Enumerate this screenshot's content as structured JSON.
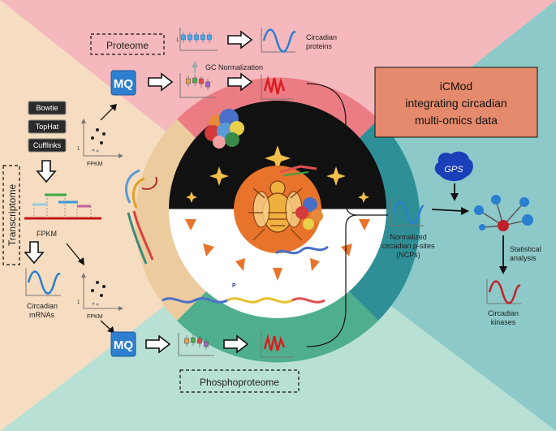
{
  "sections": {
    "proteome": "Proteome",
    "transcriptome": "Transcriptome",
    "phosphoproteome": "Phosphoproteome"
  },
  "tools": {
    "maxquant_icon": "MQ",
    "items": [
      "Bowtie",
      "TopHat",
      "Cufflinks"
    ]
  },
  "labels": {
    "circadian_proteins": [
      "Circadian",
      "proteins"
    ],
    "gc_normalization": "GC Normalization",
    "fpkm": "FPKM",
    "one": "1",
    "circadian_mrnas": [
      "Circadian",
      "mRNAs"
    ],
    "ncps": [
      "Normalized",
      "circadian p-sites",
      "(NCPs)"
    ],
    "statistical_analysis": [
      "Statistical",
      "analysis"
    ],
    "circadian_kinases": [
      "Circadian",
      "kinases"
    ],
    "gps": "GPS",
    "phospho_marker": "P"
  },
  "icmod": {
    "lines": [
      "iCMod",
      "integrating circadian",
      "multi-omics data"
    ]
  },
  "colors": {
    "proteome_bg": "#f4b8bd",
    "transcriptome_bg": "#f6dcc0",
    "phospho_bg": "#b9e0d4",
    "right_bg": "#8dc9c9",
    "icmod_box": "#e58a6c",
    "circle_top": "#ec7c84",
    "circle_right": "#2f8f96",
    "circle_bottom": "#4fae8e",
    "circle_left": "#eccc9f",
    "sun": "#e8732a",
    "wave_blue": "#2a7fd0",
    "wave_red": "#d81e1e"
  }
}
